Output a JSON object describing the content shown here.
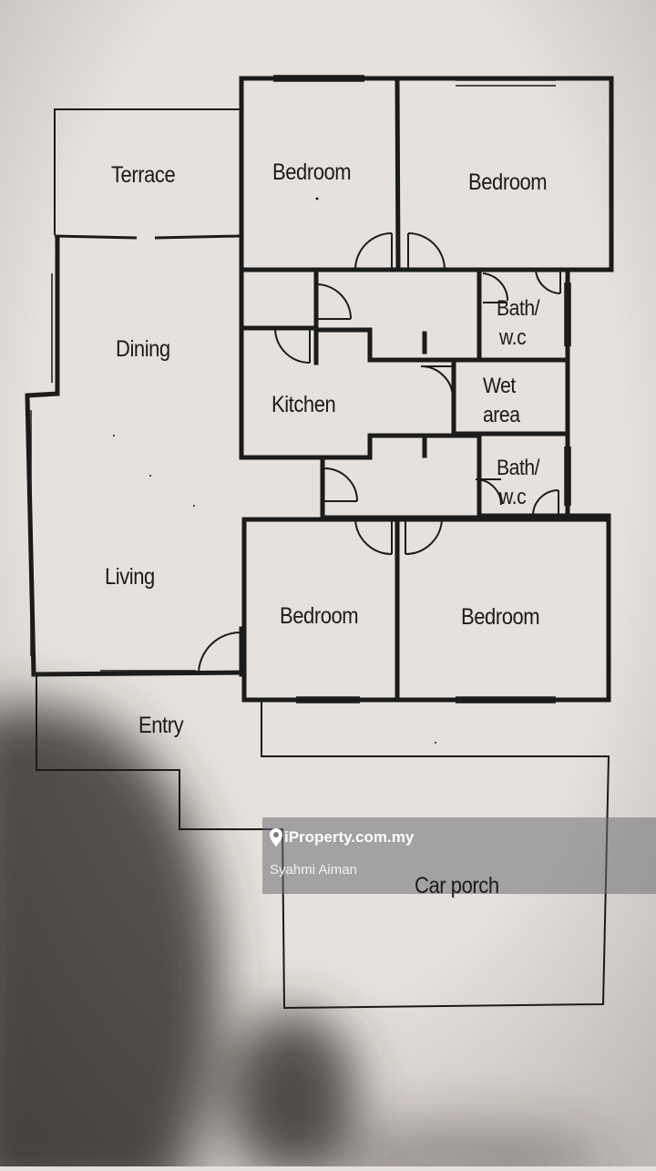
{
  "rooms": {
    "terrace": "Terrace",
    "bedroom_top_left": "Bedroom",
    "bedroom_top_right": "Bedroom",
    "dining": "Dining",
    "bath_top": "Bath/",
    "bath_top_line2": "w.c",
    "kitchen": "Kitchen",
    "wet_area": "Wet",
    "wet_area_line2": "area",
    "bath_bottom": "Bath/",
    "bath_bottom_line2": "w.c",
    "living": "Living",
    "bedroom_bottom_left": "Bedroom",
    "bedroom_bottom_right": "Bedroom",
    "entry": "Entry",
    "car_porch": "Car porch"
  },
  "watermark": {
    "site": "iProperty.com.my",
    "user": "Syahmi Aiman",
    "icon": "location-pin-icon"
  },
  "colors": {
    "paper": "#e6e1dc",
    "ink": "#1b1b1b",
    "shadow": "#3a3633"
  }
}
